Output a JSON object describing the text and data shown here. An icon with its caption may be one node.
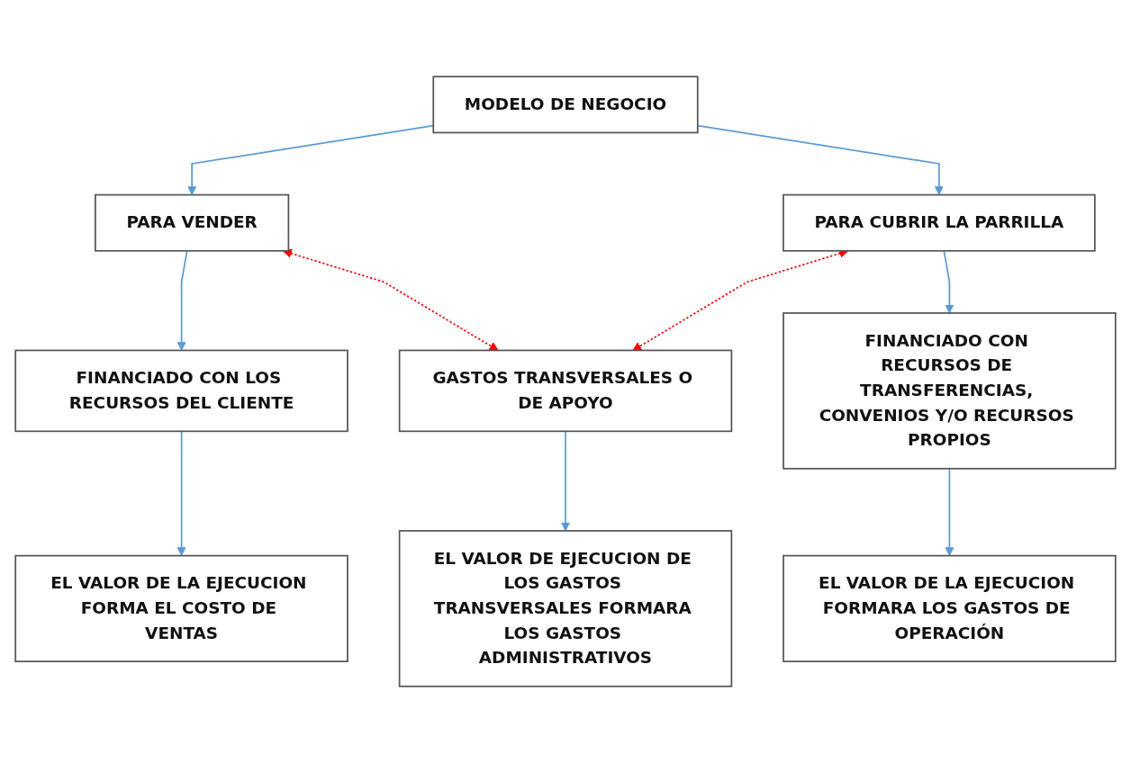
{
  "diagram": {
    "nodes": [
      {
        "text": [
          "MODELO DE NEGOCIO"
        ]
      },
      {
        "text": [
          "PARA VENDER"
        ]
      },
      {
        "text": [
          "PARA CUBRIR LA PARRILLA"
        ]
      },
      {
        "text": [
          "FINANCIADO CON LOS RECURSOS DEL CLIENTE"
        ]
      },
      {
        "text": [
          "GASTOS TRANSVERSALES O DE APOYO"
        ]
      },
      {
        "text": [
          "FINANCIADO CON RECURSOS DE TRANSFERENCIAS, CONVENIOS Y/O RECURSOS PROPIOS"
        ]
      },
      {
        "text": [
          "EL VALOR DE LA EJECUCION FORMA EL COSTO DE VENTAS"
        ]
      },
      {
        "text": [
          "EL VALOR DE EJECUCION DE LOS GASTOS TRANSVERSALES FORMARA LOS GASTOS ADMINISTRATIVOS"
        ]
      },
      {
        "text": [
          "EL VALOR DE LA EJECUCION FORMARA LOS GASTOS DE OPERACIÓN"
        ]
      }
    ],
    "edges": [
      {
        "from": 0,
        "to": 1,
        "arrow": "to"
      },
      {
        "from": 0,
        "to": 2,
        "arrow": "to"
      },
      {
        "from": 1,
        "to": 3,
        "arrow": "to"
      },
      {
        "from": 1,
        "to": 4,
        "arrow": "both",
        "style": "dashed",
        "color": "#ff0000"
      },
      {
        "from": 2,
        "to": 4,
        "arrow": "both",
        "style": "dashed",
        "color": "#ff0000"
      },
      {
        "from": 2,
        "to": 5,
        "arrow": "to"
      },
      {
        "from": 3,
        "to": 6,
        "arrow": "to"
      },
      {
        "from": 4,
        "to": 7,
        "arrow": "to"
      },
      {
        "from": 5,
        "to": 8,
        "arrow": "to"
      }
    ]
  }
}
